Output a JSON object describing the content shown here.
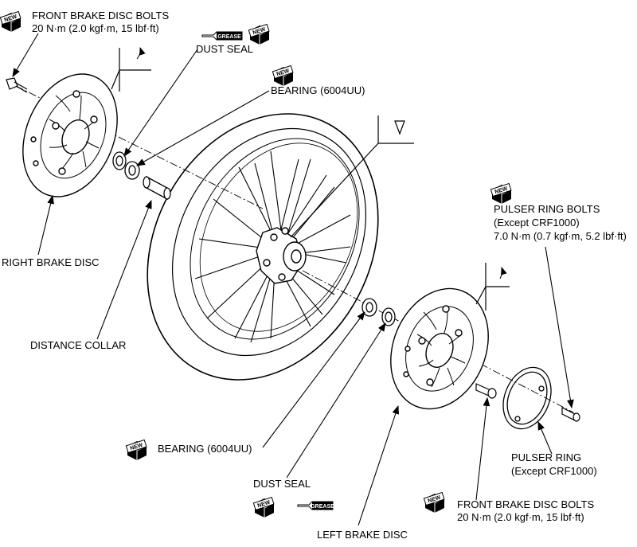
{
  "labels": {
    "front_brake_disc_bolts_top": {
      "title": "FRONT BRAKE DISC BOLTS",
      "torque": "20 N·m (2.0 kgf·m, 15 lbf·ft)"
    },
    "dust_seal_top": "DUST SEAL",
    "bearing_top": "BEARING (6004UU)",
    "right_brake_disc": "RIGHT BRAKE DISC",
    "distance_collar": "DISTANCE COLLAR",
    "pulser_ring_bolts": {
      "title": "PULSER RING BOLTS",
      "note": "(Except CRF1000)",
      "torque": "7.0 N·m (0.7 kgf·m, 5.2 lbf·ft)"
    },
    "pulser_ring": {
      "title": "PULSER RING",
      "note": "(Except CRF1000)"
    },
    "bearing_bottom": "BEARING (6004UU)",
    "dust_seal_bottom": "DUST SEAL",
    "front_brake_disc_bolts_bottom": {
      "title": "FRONT BRAKE DISC BOLTS",
      "torque": "20 N·m (2.0 kgf·m, 15 lbf·ft)"
    },
    "left_brake_disc": "LEFT BRAKE DISC"
  },
  "symbols": {
    "new_badge": "NEW",
    "grease_tag": "GREASE"
  }
}
